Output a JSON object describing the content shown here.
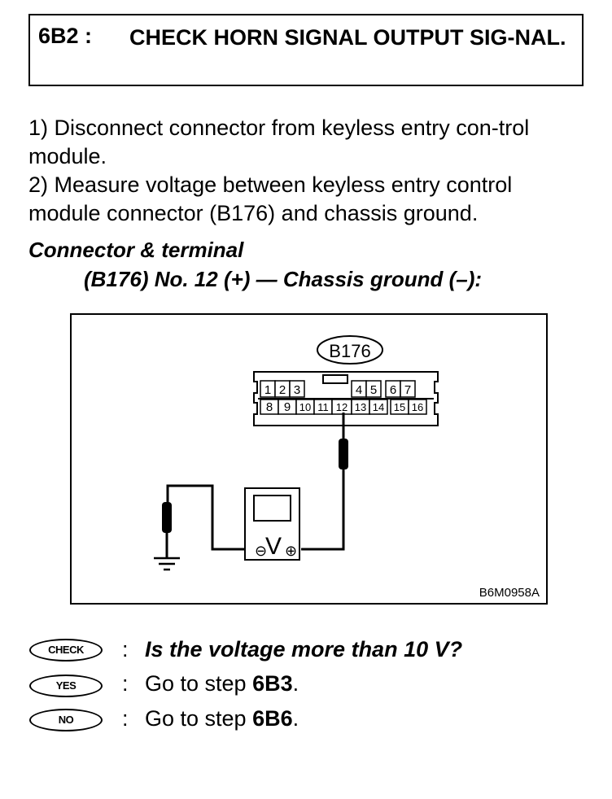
{
  "header": {
    "code": "6B2 :",
    "title": "CHECK HORN SIGNAL OUTPUT SIG-NAL."
  },
  "steps": [
    "1) Disconnect connector from keyless entry con-trol module.",
    "2) Measure voltage between keyless entry control module connector (B176) and chassis ground."
  ],
  "connector_label": "Connector & terminal",
  "connector_spec": "(B176) No. 12 (+) — Chassis ground (–):",
  "figure": {
    "connector_id": "B176",
    "pins_top": [
      "1",
      "2",
      "3",
      "4",
      "5",
      "6",
      "7"
    ],
    "pins_bottom": [
      "8",
      "9",
      "10",
      "11",
      "12",
      "13",
      "14",
      "15",
      "16"
    ],
    "meter_label": "V",
    "minus": "⊖",
    "plus": "⊕",
    "code": "B6M0958A"
  },
  "check": {
    "badge": "CHECK",
    "colon": ":",
    "text": "Is the voltage more than 10 V?"
  },
  "yes": {
    "badge": "YES",
    "colon": ":",
    "prefix": "Go to step ",
    "step": "6B3",
    "suffix": "."
  },
  "no": {
    "badge": "NO",
    "colon": ":",
    "prefix": "Go to step ",
    "step": "6B6",
    "suffix": "."
  }
}
